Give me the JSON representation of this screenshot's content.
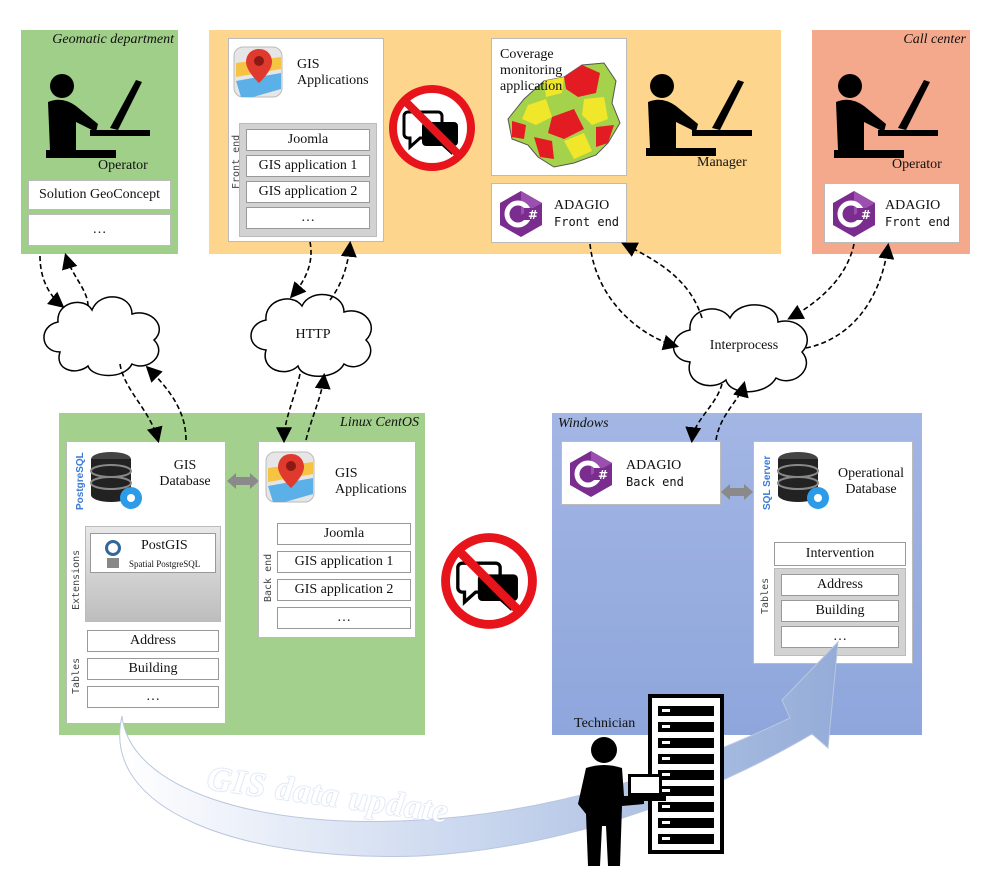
{
  "colors": {
    "geomatic_bg": "#9fcf88",
    "center_bg": "#fdd58d",
    "callcenter_bg": "#f4a98c",
    "linux_bg": "#a4d08d",
    "windows_bg": "#9aaee0",
    "csharp_purple": "#7b2d8f",
    "no_sign_red": "#e8141b",
    "sql_blue": "#3a7bd5"
  },
  "zones": {
    "geomatic": {
      "title": "Geomatic department",
      "person_label": "Operator",
      "items": [
        "Solution GeoConcept",
        "…"
      ]
    },
    "center": {
      "gis_apps_title": "GIS Applications",
      "front_end_tag": "Front end",
      "front_items": [
        "Joomla",
        "GIS application 1",
        "GIS application 2",
        "…"
      ],
      "coverage_title": "Coverage monitoring application",
      "adagio_title": "ADAGIO",
      "adagio_sub": "Front end",
      "person_label": "Manager"
    },
    "callcenter": {
      "title": "Call center",
      "person_label": "Operator",
      "adagio_title": "ADAGIO",
      "adagio_sub": "Front end"
    },
    "linux": {
      "title": "Linux CentOS",
      "db_tag": "PostgreSQL",
      "db_title": "GIS Database",
      "ext_tag": "Extensions",
      "postgis_title": "PostGIS",
      "postgis_sub": "Spatial PostgreSQL",
      "tables_tag": "Tables",
      "tables": [
        "Address",
        "Building",
        "…"
      ],
      "apps_title": "GIS Applications",
      "back_end_tag": "Back end",
      "back_items": [
        "Joomla",
        "GIS application 1",
        "GIS application 2",
        "…"
      ]
    },
    "windows": {
      "title": "Windows",
      "adagio_title": "ADAGIO",
      "adagio_sub": "Back end",
      "db_tag": "SQL Server",
      "db_title": "Operational Database",
      "tables_top": "Intervention",
      "tables_tag": "Tables",
      "tables": [
        "Address",
        "Building",
        "…"
      ]
    }
  },
  "clouds": {
    "http": "HTTP",
    "interprocess": "Interprocess"
  },
  "technician_label": "Technician",
  "update_label": "GIS data update",
  "icons": [
    "operator-icon",
    "manager-icon",
    "gis-map-icon",
    "csharp-icon",
    "database-icon",
    "no-chat-icon",
    "server-rack-icon",
    "technician-icon",
    "cloud-icon",
    "bidirectional-arrow-icon"
  ]
}
